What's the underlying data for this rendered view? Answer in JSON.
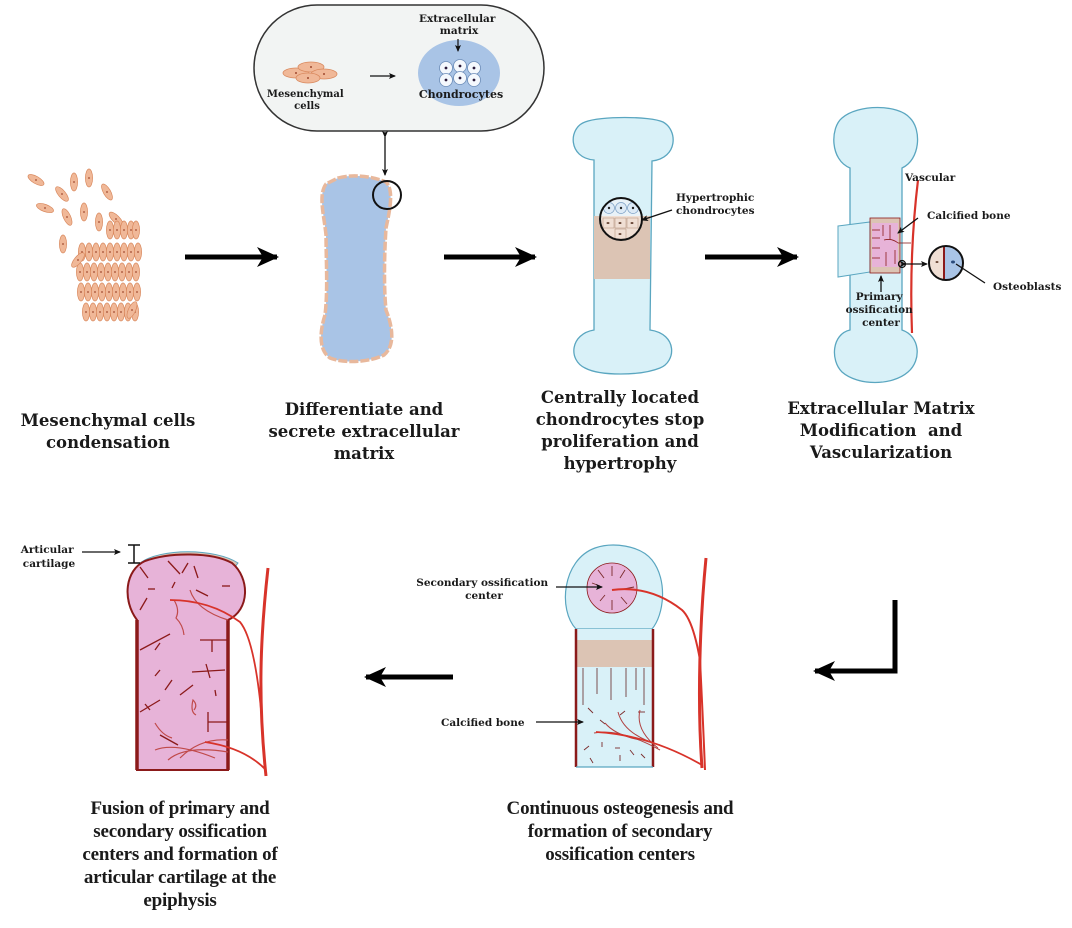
{
  "title": "Endochondral ossification stages",
  "colors": {
    "mesenchymal_cell": "#f0b898",
    "cartilage_blue": "#a9c4e6",
    "bone_model_light_blue": "#d9f1f8",
    "bone_outline": "#5aa6c0",
    "hypertrophic_zone": "#dcc4b4",
    "calcified_bone_pink": "#e7b3d8",
    "vessel_red": "#d8332a",
    "periosteum_dark_red": "#8b1a1a",
    "arrow_black": "#000000"
  },
  "inset": {
    "mesenchymal_label": [
      "Mesenchymal",
      "cells"
    ],
    "ecm_label": [
      "Extracellular",
      "matrix"
    ],
    "chondrocytes_label": "Chondrocytes"
  },
  "stages": [
    {
      "id": 1,
      "caption": [
        "Mesenchymal cells",
        "condensation"
      ]
    },
    {
      "id": 2,
      "caption": [
        "Differentiate and",
        "secrete extracellular",
        "matrix"
      ]
    },
    {
      "id": 3,
      "caption": [
        "Centrally located",
        "chondrocytes stop",
        "proliferation and",
        "hypertrophy"
      ],
      "labels": {
        "hypertrophic": [
          "Hypertrophic",
          "chondrocytes"
        ]
      }
    },
    {
      "id": 4,
      "caption": [
        "Extracellular Matrix",
        "Modification  and",
        "Vascularization"
      ],
      "labels": {
        "vascular": "Vascular",
        "calcified_bone": "Calcified bone",
        "osteoblasts": "Osteoblasts",
        "primary_center": [
          "Primary",
          "ossification",
          "center"
        ]
      }
    },
    {
      "id": 5,
      "caption": [
        "Continuous osteogenesis and",
        "formation of secondary",
        "ossification centers"
      ],
      "labels": {
        "secondary_center": [
          "Secondary ossification",
          "center"
        ],
        "calcified_bone": "Calcified bone"
      }
    },
    {
      "id": 6,
      "caption": [
        "Fusion of primary and",
        "secondary ossification",
        "centers and formation of",
        "articular cartilage at the",
        "epiphysis"
      ],
      "labels": {
        "articular_cartilage": [
          "Articular",
          "cartilage"
        ]
      }
    }
  ]
}
